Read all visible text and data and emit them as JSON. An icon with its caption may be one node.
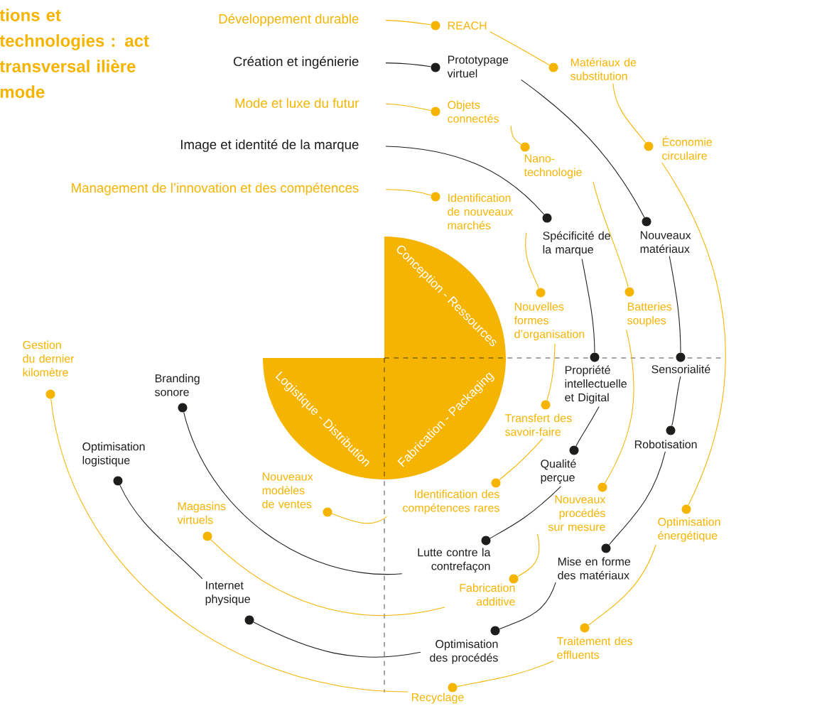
{
  "diagram": {
    "title": "tions et technologies : act transversal ilière mode",
    "nodes": [
      {
        "text": [
          "Développement durable"
        ]
      },
      {
        "text": [
          "REACH"
        ]
      },
      {
        "text": [
          "Matériaux de substitution"
        ]
      },
      {
        "text": [
          "Économie circulaire"
        ]
      },
      {
        "text": [
          "Optimisation énergétique"
        ]
      },
      {
        "text": [
          "Traitement des effluents"
        ]
      },
      {
        "text": [
          "Recyclage"
        ]
      },
      {
        "text": [
          "Gestion du dernier kilomètre"
        ]
      },
      {
        "text": [
          "Création et ingénierie"
        ]
      },
      {
        "text": [
          "Prototypage virtuel"
        ]
      },
      {
        "text": [
          "Nouveaux matériaux"
        ]
      },
      {
        "text": [
          "Sensorialité"
        ]
      },
      {
        "text": [
          "Robotisation"
        ]
      },
      {
        "text": [
          "Mise en forme des matériaux"
        ]
      },
      {
        "text": [
          "Optimisation des procédés"
        ]
      },
      {
        "text": [
          "Internet physique"
        ]
      },
      {
        "text": [
          "Optimisation logistique"
        ]
      },
      {
        "text": [
          "Mode et luxe du futur"
        ]
      },
      {
        "text": [
          "Objets connectés"
        ]
      },
      {
        "text": [
          "Nano-technologie"
        ]
      },
      {
        "text": [
          "Batteries souples"
        ]
      },
      {
        "text": [
          "Nouveaux procédés sur mesure"
        ]
      },
      {
        "text": [
          "Fabrication additive"
        ]
      },
      {
        "text": [
          "Magasins virtuels"
        ]
      },
      {
        "text": [
          "Image et identité de la marque"
        ]
      },
      {
        "text": [
          "Spécificité de la marque"
        ]
      },
      {
        "text": [
          "Propriété intellectuelle et Digital"
        ]
      },
      {
        "text": [
          "Qualité perçue"
        ]
      },
      {
        "text": [
          "Lutte contre la contrefaçon"
        ]
      },
      {
        "text": [
          "Branding sonore"
        ]
      },
      {
        "text": [
          "Management de l’innovation et des compétences"
        ]
      },
      {
        "text": [
          "Identification de nouveaux marchés"
        ]
      },
      {
        "text": [
          "Nouvelles formes d’organisation"
        ]
      },
      {
        "text": [
          "Transfert des savoir-faire"
        ]
      },
      {
        "text": [
          "Identification des compétences rares"
        ]
      },
      {
        "text": [
          "Nouveaux modèles de ventes"
        ]
      },
      {
        "text": [
          "Conception - Ressources",
          "Fabrication - Packaging",
          "Logistique - Distribution"
        ]
      }
    ],
    "edges": [
      {
        "from": 0,
        "to": 1,
        "arrow": "none"
      },
      {
        "from": 1,
        "to": 2,
        "arrow": "none"
      },
      {
        "from": 2,
        "to": 3,
        "arrow": "none"
      },
      {
        "from": 3,
        "to": 4,
        "arrow": "none"
      },
      {
        "from": 4,
        "to": 5,
        "arrow": "none"
      },
      {
        "from": 5,
        "to": 6,
        "arrow": "none"
      },
      {
        "from": 6,
        "to": 7,
        "arrow": "none"
      },
      {
        "from": 8,
        "to": 9,
        "arrow": "none",
        "color": "#1d1d1b"
      },
      {
        "from": 9,
        "to": 10,
        "arrow": "none",
        "color": "#1d1d1b"
      },
      {
        "from": 10,
        "to": 11,
        "arrow": "none",
        "color": "#1d1d1b"
      },
      {
        "from": 11,
        "to": 12,
        "arrow": "none",
        "color": "#1d1d1b"
      },
      {
        "from": 12,
        "to": 13,
        "arrow": "none",
        "color": "#1d1d1b"
      },
      {
        "from": 13,
        "to": 14,
        "arrow": "none",
        "color": "#1d1d1b"
      },
      {
        "from": 14,
        "to": 15,
        "arrow": "none",
        "color": "#1d1d1b"
      },
      {
        "from": 15,
        "to": 16,
        "arrow": "none",
        "color": "#1d1d1b"
      },
      {
        "from": 17,
        "to": 18,
        "arrow": "none"
      },
      {
        "from": 18,
        "to": 19,
        "arrow": "none"
      },
      {
        "from": 19,
        "to": 20,
        "arrow": "none"
      },
      {
        "from": 20,
        "to": 21,
        "arrow": "none"
      },
      {
        "from": 21,
        "to": 22,
        "arrow": "none"
      },
      {
        "from": 22,
        "to": 23,
        "arrow": "none"
      },
      {
        "from": 24,
        "to": 25,
        "arrow": "none",
        "color": "#1d1d1b"
      },
      {
        "from": 25,
        "to": 26,
        "arrow": "none",
        "color": "#1d1d1b"
      },
      {
        "from": 26,
        "to": 27,
        "arrow": "none",
        "color": "#1d1d1b"
      },
      {
        "from": 27,
        "to": 28,
        "arrow": "none",
        "color": "#1d1d1b"
      },
      {
        "from": 28,
        "to": 29,
        "arrow": "none",
        "color": "#1d1d1b"
      },
      {
        "from": 30,
        "to": 31,
        "arrow": "none"
      },
      {
        "from": 31,
        "to": 32,
        "arrow": "none"
      },
      {
        "from": 32,
        "to": 33,
        "arrow": "none"
      },
      {
        "from": 33,
        "to": 34,
        "arrow": "none"
      },
      {
        "from": 34,
        "to": 35,
        "arrow": "none"
      }
    ]
  }
}
